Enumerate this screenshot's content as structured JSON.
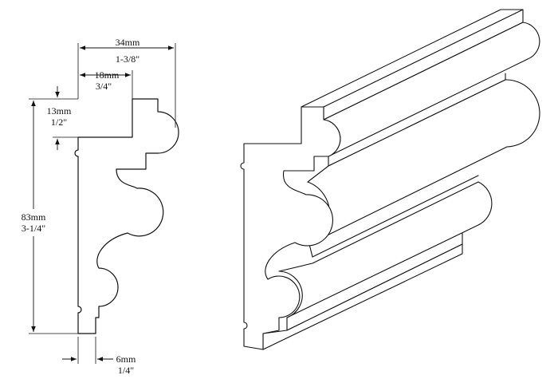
{
  "dimensions": {
    "overall_width": {
      "metric": "34mm",
      "imperial": "1-3/8\""
    },
    "top_width": {
      "metric": "18mm",
      "imperial": "3/4\""
    },
    "top_height": {
      "metric": "13mm",
      "imperial": "1/2\""
    },
    "overall_height": {
      "metric": "83mm",
      "imperial": "3-1/4\""
    },
    "base_thickness": {
      "metric": "6mm",
      "imperial": "1/4\""
    }
  },
  "colors": {
    "line": "#111111",
    "background": "#ffffff"
  }
}
